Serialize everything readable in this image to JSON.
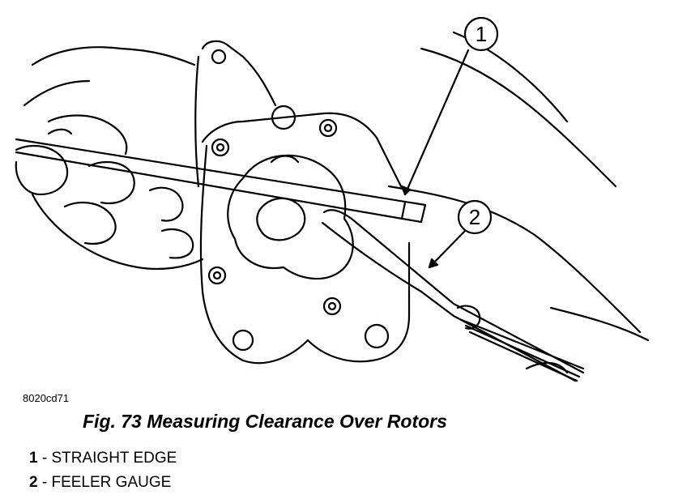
{
  "figure": {
    "id": "8020cd71",
    "caption": "Fig. 73 Measuring Clearance Over Rotors"
  },
  "callouts": [
    {
      "number": "1"
    },
    {
      "number": "2"
    }
  ],
  "legend": [
    {
      "number": "1",
      "separator": " - ",
      "label": "STRAIGHT EDGE"
    },
    {
      "number": "2",
      "separator": " - ",
      "label": "FEELER GAUGE"
    }
  ]
}
